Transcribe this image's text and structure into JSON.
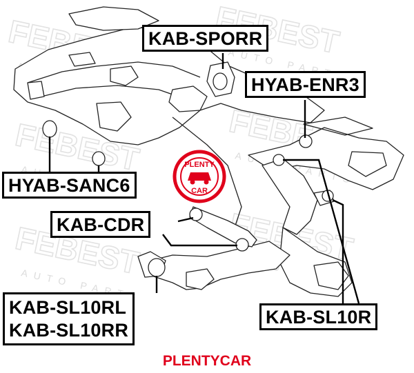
{
  "labels": {
    "kab_sporr": "KAB-SPORR",
    "hyab_enr3": "HYAB-ENR3",
    "hyab_sanc6": "HYAB-SANC6",
    "kab_cdr": "KAB-CDR",
    "kab_sl10rl": "KAB-SL10RL",
    "kab_sl10rr": "KAB-SL10RR",
    "kab_sl10r": "KAB-SL10R"
  },
  "watermark": {
    "brand": "FEBEST",
    "tagline": "AUTO PARTS"
  },
  "stamp": {
    "top": "PLENTY",
    "bottom": "CAR"
  },
  "footer": "PLENTYCAR",
  "colors": {
    "accent": "#e0001b",
    "line": "#000000",
    "watermark": "#e6e6e6"
  }
}
